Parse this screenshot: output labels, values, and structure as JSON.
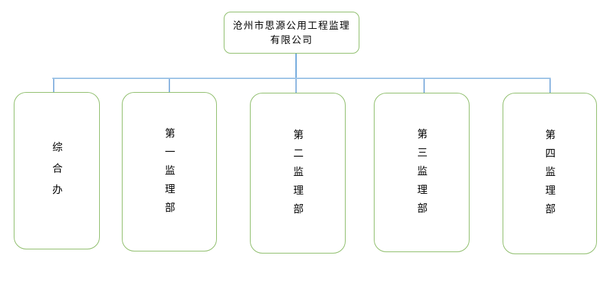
{
  "chart": {
    "type": "org-chart",
    "root": {
      "label": "沧州市思源公用工程监理有限公司"
    },
    "departments": [
      {
        "label": "综合办"
      },
      {
        "label": "第一监理部"
      },
      {
        "label": "第二监理部"
      },
      {
        "label": "第三监理部"
      },
      {
        "label": "第四监理部"
      }
    ]
  },
  "colors": {
    "box_border": "#8abb66",
    "connector_riser": "#6fa8dc",
    "connector_horizontal": "#9cc3e6",
    "connector_drop": "#8ab4e0",
    "text": "#000000",
    "background": "#ffffff"
  }
}
